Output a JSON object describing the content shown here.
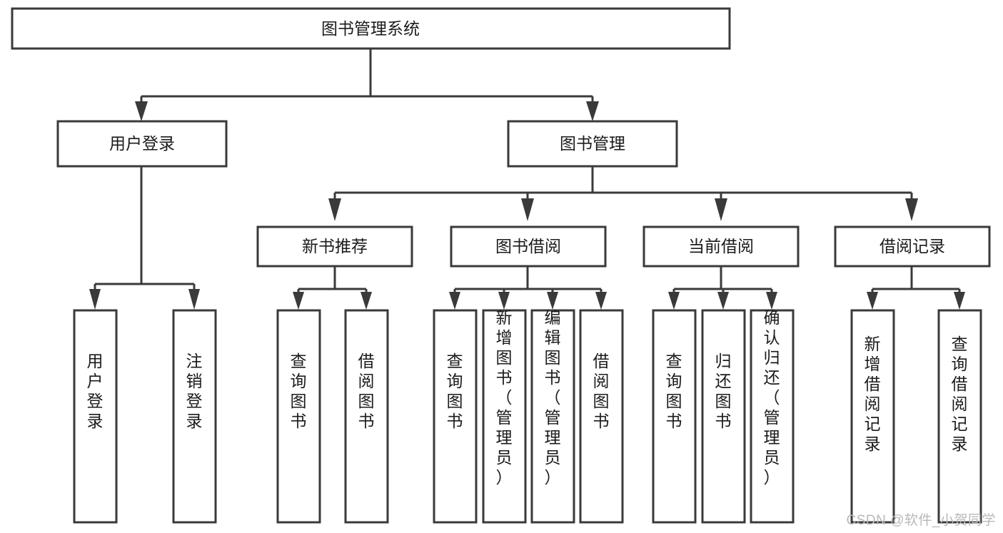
{
  "diagram": {
    "title": "图书管理系统",
    "watermark": "CSDN @软件_小贺同学",
    "colors": {
      "stroke": "#3a3a3a",
      "fill": "#ffffff",
      "text": "#1b1b1b",
      "watermark": "#b8b8b8",
      "background": "#ffffff"
    },
    "root": {
      "label": "图书管理系统"
    },
    "level2": [
      {
        "label": "用户登录"
      },
      {
        "label": "图书管理"
      }
    ],
    "level3": [
      {
        "label": "新书推荐"
      },
      {
        "label": "图书借阅"
      },
      {
        "label": "当前借阅"
      },
      {
        "label": "借阅记录"
      }
    ],
    "leaves": {
      "user_login": [
        {
          "label": "用户登录"
        },
        {
          "label": "注销登录"
        }
      ],
      "new_book_recommend": [
        {
          "label": "查询图书"
        },
        {
          "label": "借阅图书"
        }
      ],
      "book_borrow": [
        {
          "label": "查询图书"
        },
        {
          "label": "新增图书（管理员）"
        },
        {
          "label": "编辑图书（管理员）"
        },
        {
          "label": "借阅图书"
        }
      ],
      "current_borrow": [
        {
          "label": "查询图书"
        },
        {
          "label": "归还图书"
        },
        {
          "label": "确认归还（管理员）"
        }
      ],
      "borrow_record": [
        {
          "label": "新增借阅记录"
        },
        {
          "label": "查询借阅记录"
        }
      ]
    }
  }
}
